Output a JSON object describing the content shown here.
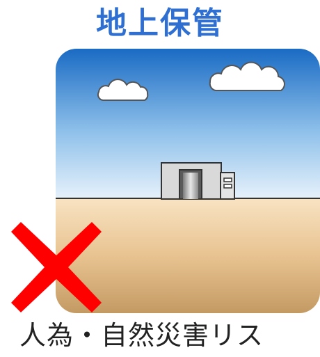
{
  "title": "地上保管",
  "caption": "人為・自然災害リス",
  "colors": {
    "title": "#2f6fd1",
    "cross": "#ff0000",
    "sky_top": "#1a6bc4",
    "sky_bottom": "#e6f1fb",
    "ground_top": "#f5dcb4",
    "ground_bottom": "#c49a63"
  },
  "icons": {
    "scene": "above-ground-storage-scene",
    "mark": "cross-mark-icon"
  }
}
